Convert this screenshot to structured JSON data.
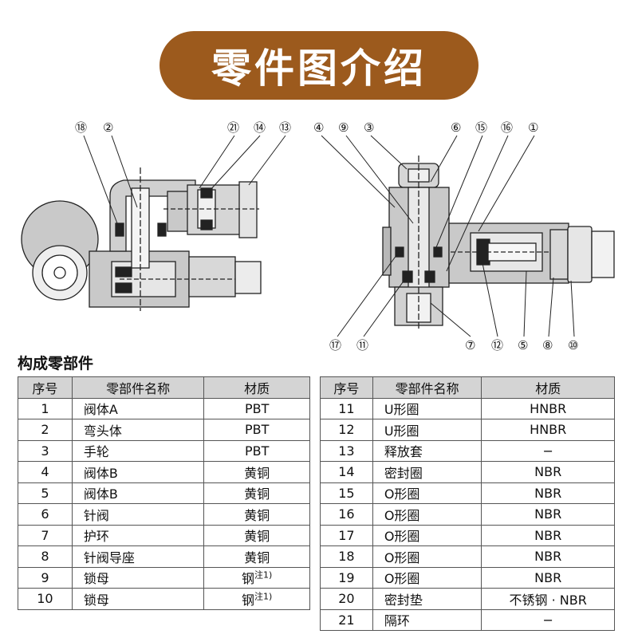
{
  "banner": {
    "title": "零件图介绍",
    "color": "#9c5a1d"
  },
  "diagram": {
    "left_callouts": [
      "⑱",
      "②",
      "㉑",
      "⑭",
      "⑬"
    ],
    "right_top_callouts": [
      "④",
      "⑨",
      "③",
      "⑥",
      "⑮",
      "⑯",
      "①"
    ],
    "right_bottom_callouts": [
      "⑰",
      "⑪",
      "⑦",
      "⑫",
      "⑤",
      "⑧",
      "⑩"
    ]
  },
  "section_title": "构成零部件",
  "table": {
    "headers": [
      "序号",
      "零部件名称",
      "材质"
    ],
    "left_rows": [
      {
        "no": "1",
        "name": "阀体A",
        "material": "PBT",
        "note": ""
      },
      {
        "no": "2",
        "name": "弯头体",
        "material": "PBT",
        "note": ""
      },
      {
        "no": "3",
        "name": "手轮",
        "material": "PBT",
        "note": ""
      },
      {
        "no": "4",
        "name": "阀体B",
        "material": "黄铜",
        "note": ""
      },
      {
        "no": "5",
        "name": "阀体B",
        "material": "黄铜",
        "note": ""
      },
      {
        "no": "6",
        "name": "针阀",
        "material": "黄铜",
        "note": ""
      },
      {
        "no": "7",
        "name": "护环",
        "material": "黄铜",
        "note": ""
      },
      {
        "no": "8",
        "name": "针阀导座",
        "material": "黄铜",
        "note": ""
      },
      {
        "no": "9",
        "name": "锁母",
        "material": "钢",
        "note": "注1)"
      },
      {
        "no": "10",
        "name": "锁母",
        "material": "钢",
        "note": "注1)"
      }
    ],
    "right_rows": [
      {
        "no": "11",
        "name": "U形圈",
        "material": "HNBR",
        "note": ""
      },
      {
        "no": "12",
        "name": "U形圈",
        "material": "HNBR",
        "note": ""
      },
      {
        "no": "13",
        "name": "释放套",
        "material": "−",
        "note": ""
      },
      {
        "no": "14",
        "name": "密封圈",
        "material": "NBR",
        "note": ""
      },
      {
        "no": "15",
        "name": "O形圈",
        "material": "NBR",
        "note": ""
      },
      {
        "no": "16",
        "name": "O形圈",
        "material": "NBR",
        "note": ""
      },
      {
        "no": "17",
        "name": "O形圈",
        "material": "NBR",
        "note": ""
      },
      {
        "no": "18",
        "name": "O形圈",
        "material": "NBR",
        "note": ""
      },
      {
        "no": "19",
        "name": "O形圈",
        "material": "NBR",
        "note": ""
      },
      {
        "no": "20",
        "name": "密封垫",
        "material": "不锈钢 · NBR",
        "note": ""
      },
      {
        "no": "21",
        "name": "隔环",
        "material": "−",
        "note": ""
      }
    ]
  }
}
